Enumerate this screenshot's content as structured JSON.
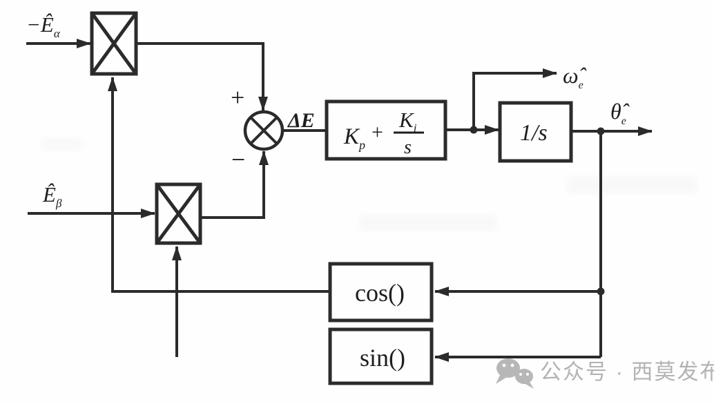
{
  "diagram": {
    "inputs": {
      "e_alpha": {
        "main": "−Ê",
        "sub": "α"
      },
      "e_beta": {
        "main": "Ê",
        "sub": "β"
      }
    },
    "signals": {
      "plus": "+",
      "minus": "−",
      "delta_e": "ΔE",
      "omega_e": {
        "main": "ω̂",
        "sub": "e"
      },
      "theta_e": {
        "main": "θ̂",
        "sub": "e"
      }
    },
    "blocks": {
      "pi": {
        "kp_base": "K",
        "kp_sub": "p",
        "plus": "+",
        "ki_base": "K",
        "ki_sub": "i",
        "denominator": "s"
      },
      "integrator": "1/s",
      "cosine": "cos()",
      "sine": "sin()"
    }
  },
  "watermark": {
    "text": "公众号 · 西莫发布"
  }
}
